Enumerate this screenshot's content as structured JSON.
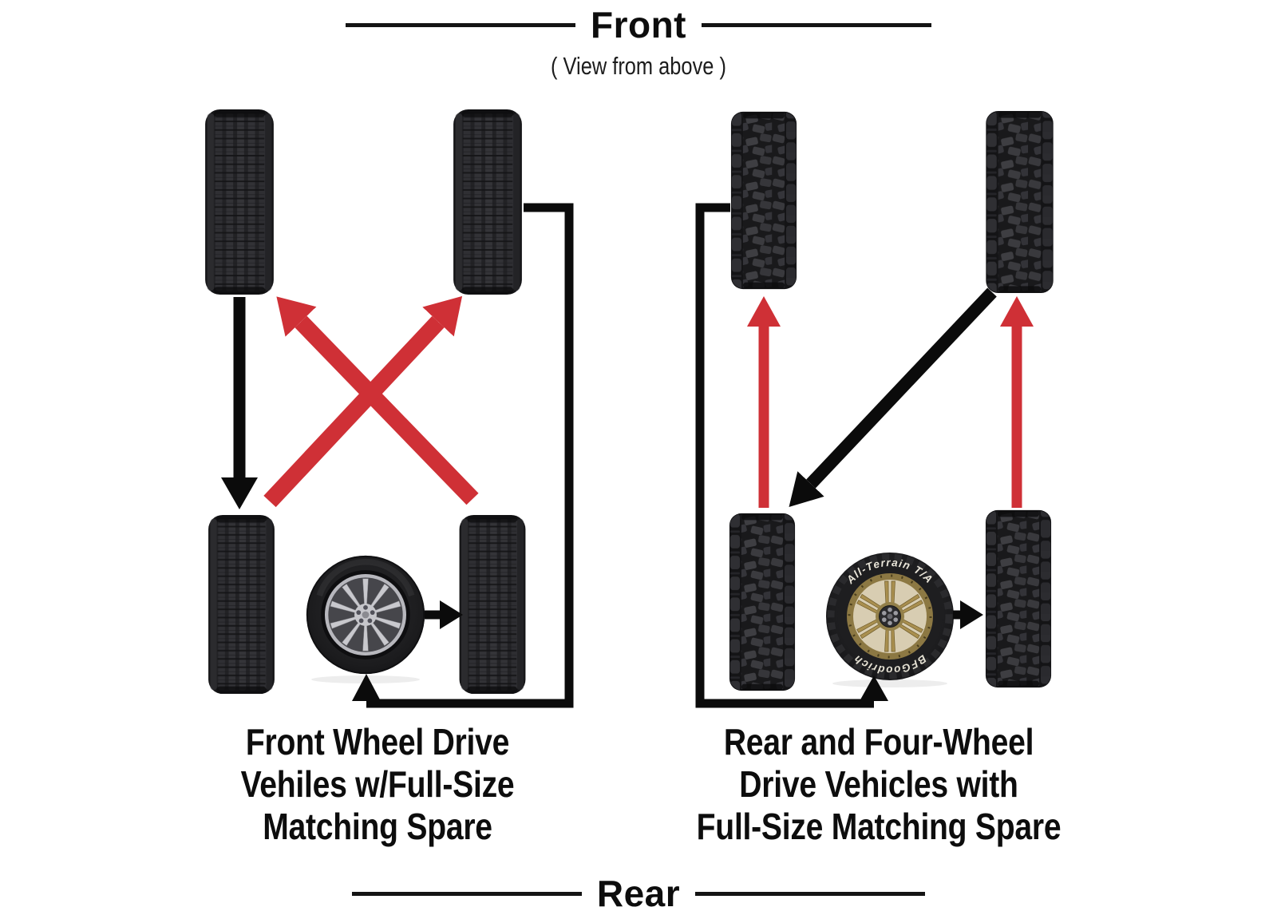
{
  "header": {
    "title": "Front",
    "subtitle": "( View from above )"
  },
  "footer": {
    "title": "Rear"
  },
  "diagrams": {
    "left": {
      "caption": {
        "line1": "Front Wheel Drive",
        "line2": "Vehiles w/Full-Size",
        "line3": "Matching Spare"
      },
      "rotation_arrows": [
        {
          "from": "front-left",
          "to": "rear-left",
          "color": "black",
          "shape": "straight-down"
        },
        {
          "from": "rear-left",
          "to": "front-right",
          "color": "red",
          "shape": "diagonal-cross"
        },
        {
          "from": "rear-right",
          "to": "front-left",
          "color": "red",
          "shape": "diagonal-cross"
        },
        {
          "from": "front-right",
          "to": "spare",
          "color": "black",
          "shape": "routed-right-and-bottom"
        },
        {
          "from": "spare",
          "to": "rear-right",
          "color": "black",
          "shape": "short-right"
        }
      ]
    },
    "right": {
      "caption": {
        "line1": "Rear and Four-Wheel",
        "line2": "Drive Vehicles with",
        "line3": "Full-Size Matching Spare"
      },
      "spare_sidewall": {
        "top_text": "All-Terrain T/A",
        "bottom_text": "BFGoodrich"
      },
      "rotation_arrows": [
        {
          "from": "rear-left",
          "to": "front-left",
          "color": "red",
          "shape": "straight-up"
        },
        {
          "from": "rear-right",
          "to": "front-right",
          "color": "red",
          "shape": "straight-up"
        },
        {
          "from": "front-right",
          "to": "rear-left",
          "color": "black",
          "shape": "diagonal"
        },
        {
          "from": "front-left",
          "to": "spare",
          "color": "black",
          "shape": "routed-left-and-bottom"
        },
        {
          "from": "spare",
          "to": "rear-right",
          "color": "black",
          "shape": "short-right"
        }
      ]
    }
  },
  "colors": {
    "background": "#ffffff",
    "arrow_red": "#cf3036",
    "arrow_black": "#0b0b0b",
    "text": "#0d0d0d",
    "silver_rim": "#c4c4c9",
    "gold_rim": "#a68e4e"
  }
}
